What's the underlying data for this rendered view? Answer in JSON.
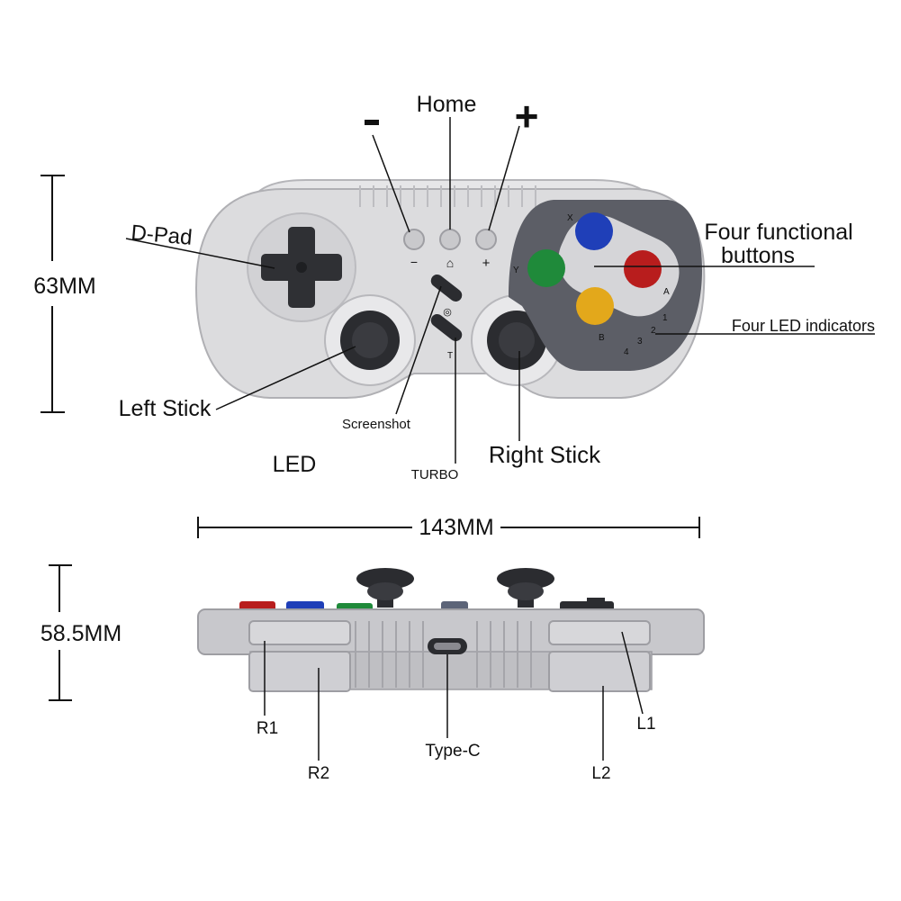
{
  "colors": {
    "shell": "#d9d9db",
    "shell_edge": "#a9a9ad",
    "face_panel": "#5c5e66",
    "stick": "#2b2c30",
    "dpad": "#2f3034",
    "button_x": "#1f3fb8",
    "button_a": "#b81d1d",
    "button_y": "#1f8a3a",
    "button_b": "#e3a81b",
    "line": "#111111"
  },
  "front_view": {
    "labels": {
      "minus": "-",
      "home": "Home",
      "plus": "+",
      "dpad": "D-Pad",
      "face_buttons_line1": "Four functional",
      "face_buttons_line2": "buttons",
      "led_indicators": "Four LED indicators",
      "left_stick": "Left Stick",
      "screenshot": "Screenshot",
      "led": "LED",
      "turbo": "TURBO",
      "right_stick": "Right Stick"
    },
    "dimensions": {
      "height": "63MM",
      "width": "143MM"
    },
    "face_button_letters": {
      "x": "X",
      "y": "Y",
      "a": "A",
      "b": "B"
    },
    "led_numbers": [
      "1",
      "2",
      "3",
      "4"
    ],
    "small_marks": {
      "minus": "−",
      "plus": "+",
      "home": "⌂",
      "turbo": "T",
      "screenshot": "◎"
    }
  },
  "top_view": {
    "dimensions": {
      "depth": "58.5MM"
    },
    "labels": {
      "r1": "R1",
      "r2": "R2",
      "type_c": "Type-C",
      "l1": "L1",
      "l2": "L2"
    }
  }
}
